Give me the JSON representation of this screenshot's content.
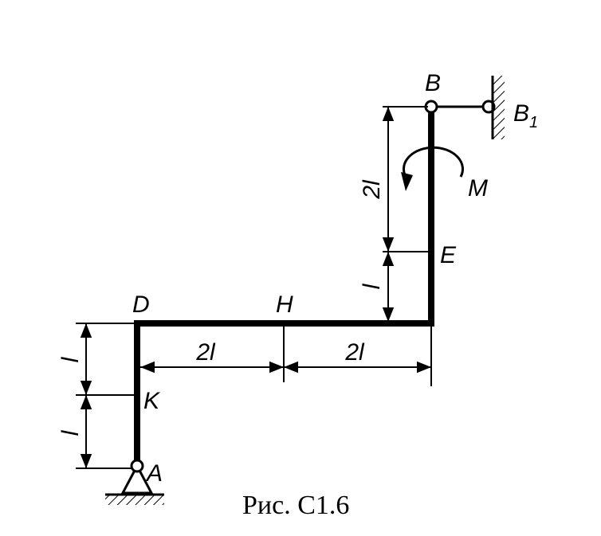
{
  "points": {
    "A": "A",
    "B": "B",
    "B1_base": "B",
    "B1_sub": "1",
    "D": "D",
    "E": "E",
    "H": "H",
    "K": "K",
    "M": "M"
  },
  "dimensions": {
    "dk": "l",
    "ka": "l",
    "dh": "2l",
    "h_corner": "2l",
    "be": "2l",
    "e_corner": "l"
  },
  "caption": "Рис. С1.6"
}
